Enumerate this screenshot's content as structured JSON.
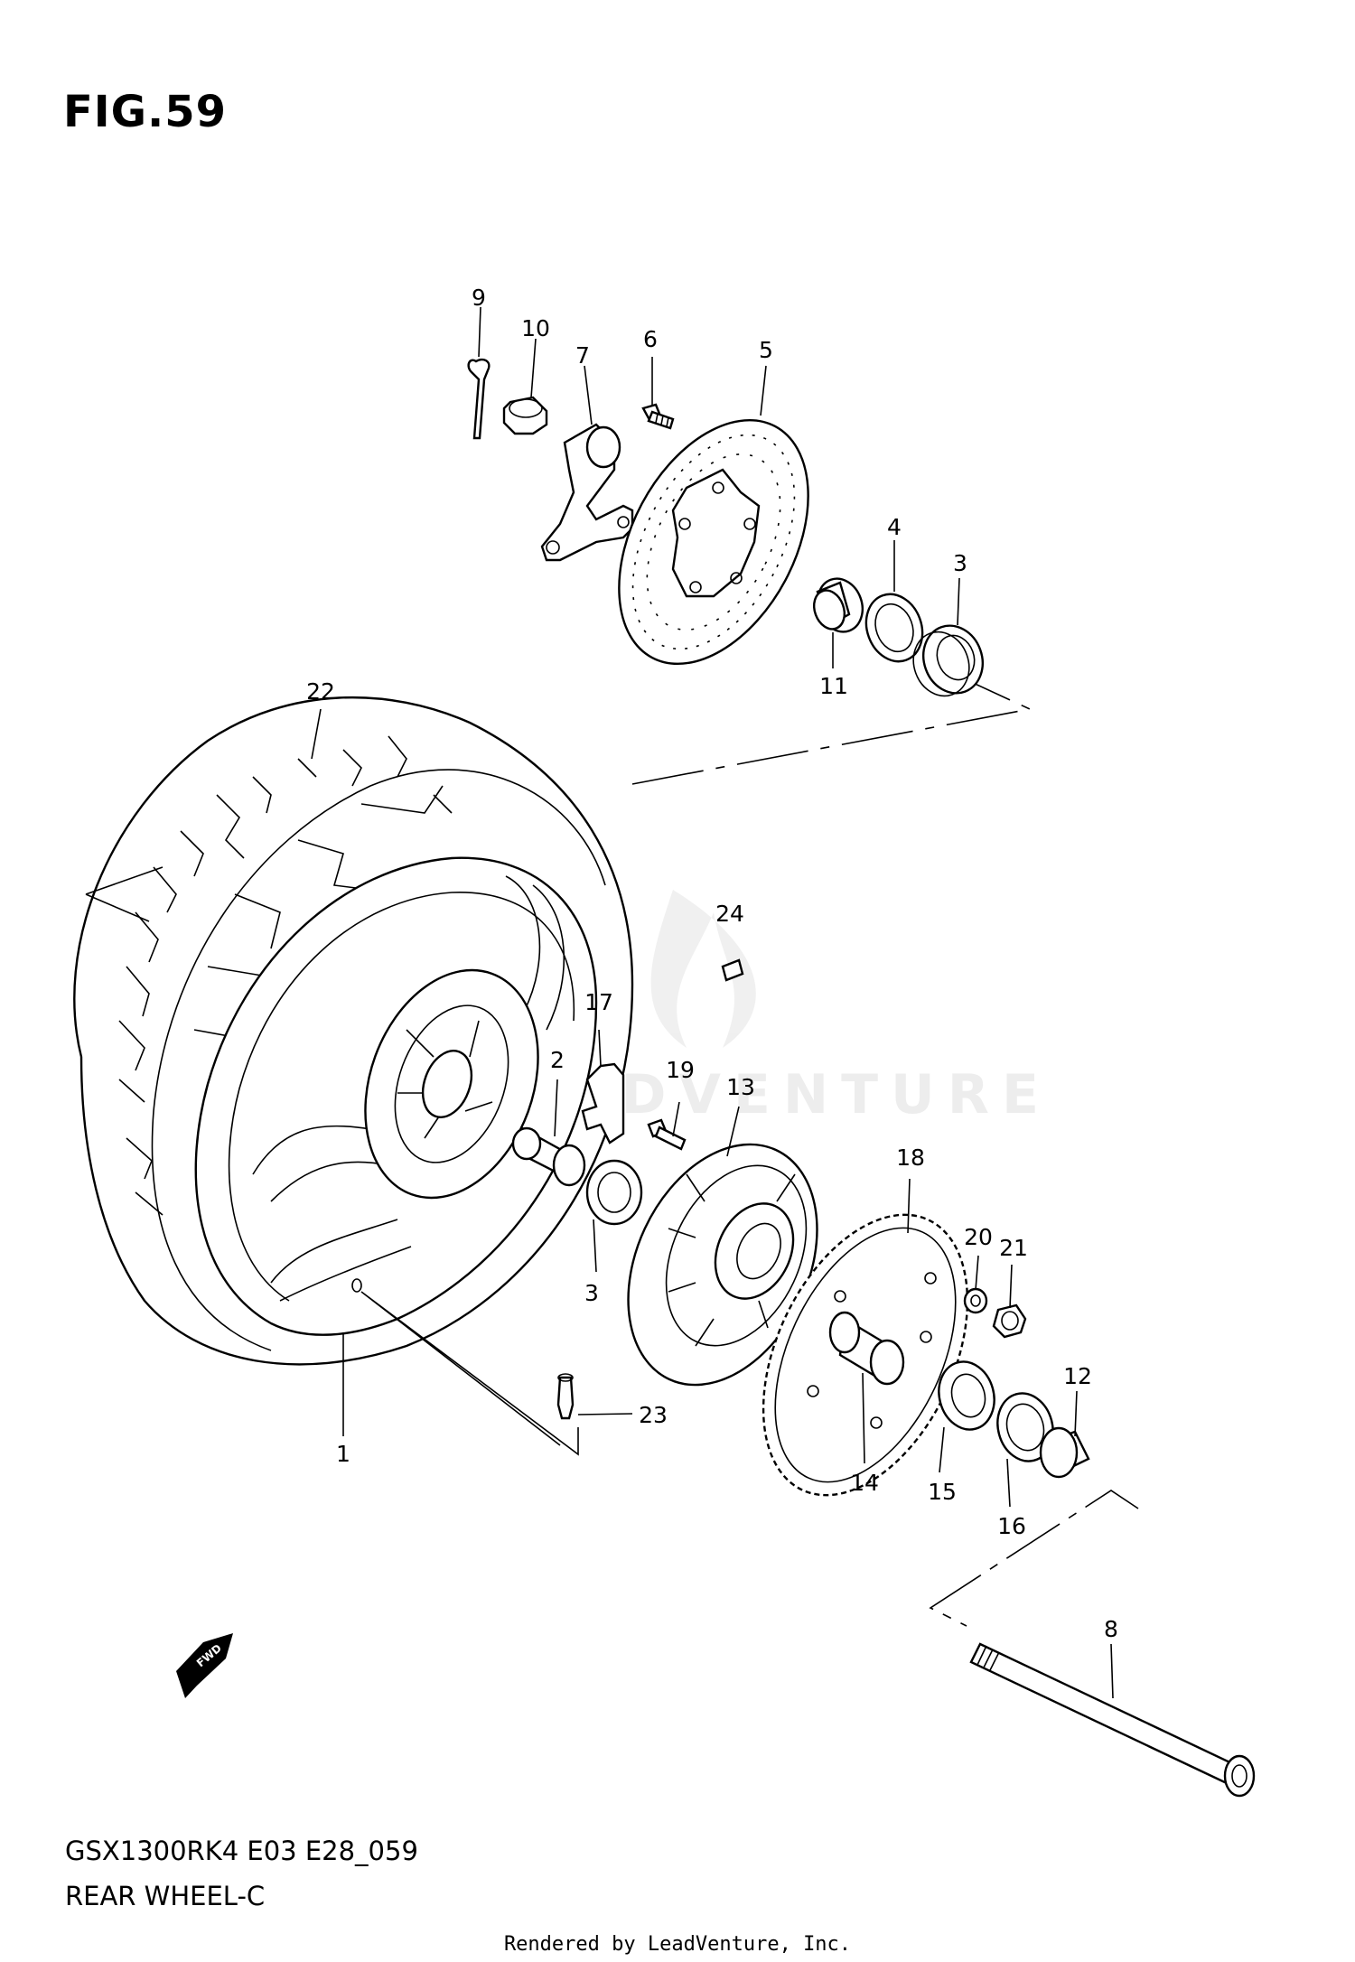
{
  "figure": {
    "title": "FIG.59",
    "model_code": "GSX1300RK4 E03 E28_059",
    "name": "REAR WHEEL-C"
  },
  "watermark": "LEADVENTURE",
  "forward_arrow_label": "FWD",
  "credit": "Rendered by LeadVenture, Inc.",
  "callouts": {
    "c1": "1",
    "c2": "2",
    "c3a": "3",
    "c3b": "3",
    "c4": "4",
    "c5": "5",
    "c6": "6",
    "c7": "7",
    "c8": "8",
    "c9": "9",
    "c10": "10",
    "c11": "11",
    "c12": "12",
    "c13": "13",
    "c14": "14",
    "c15": "15",
    "c16": "16",
    "c17": "17",
    "c18": "18",
    "c19": "19",
    "c20": "20",
    "c21": "21",
    "c22": "22",
    "c23": "23",
    "c24": "24"
  }
}
